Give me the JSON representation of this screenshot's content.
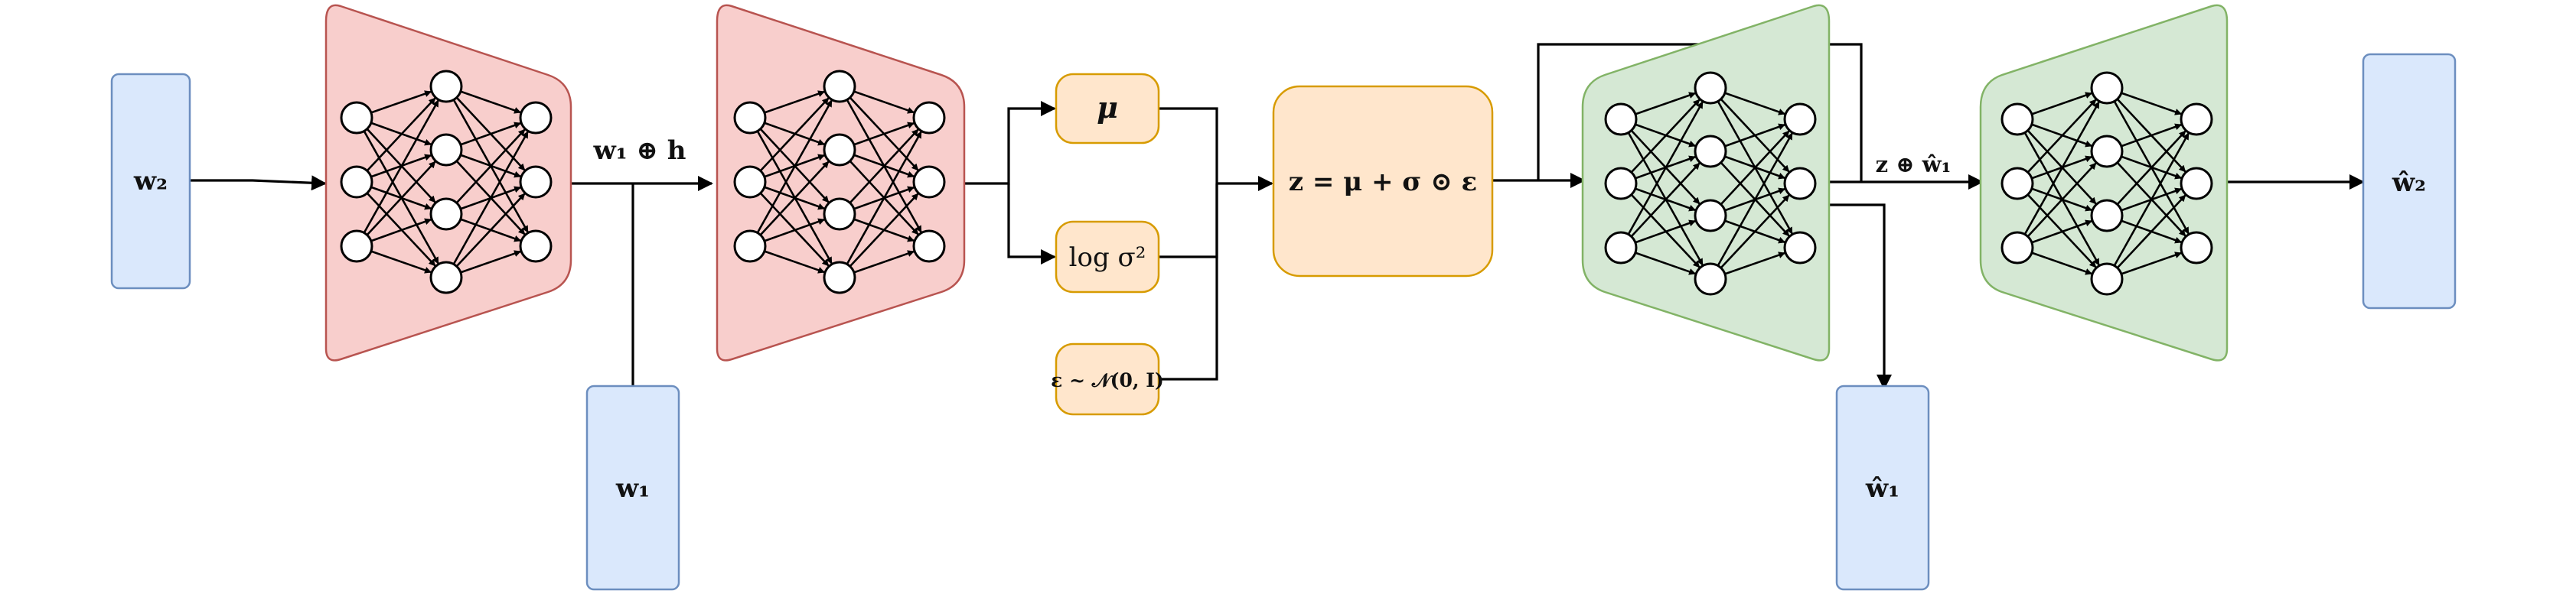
{
  "colors": {
    "vector_fill": "#dae8fc",
    "vector_stroke": "#6c8ebf",
    "encoder_fill": "#f8cecc",
    "encoder_stroke": "#b85450",
    "decoder_fill": "#d5e8d4",
    "decoder_stroke": "#82b366",
    "param_fill": "#ffe6cc",
    "param_stroke": "#d79b00"
  },
  "nodes": {
    "input_w2": "w₂",
    "condition_w1": "w₁",
    "output_w1_hat": "ŵ₁",
    "output_w2_hat": "ŵ₂",
    "mu": "μ",
    "log_sigma2": "log σ²",
    "epsilon": "ε ~ 𝒩(0, I)",
    "z_equation": "z = μ + σ ⊙ ε"
  },
  "edge_labels": {
    "concat_encoder": "w₁ ⊕ h",
    "concat_decoder": "z ⊕ ŵ₁"
  },
  "icons": [
    "neural-network-icon"
  ]
}
